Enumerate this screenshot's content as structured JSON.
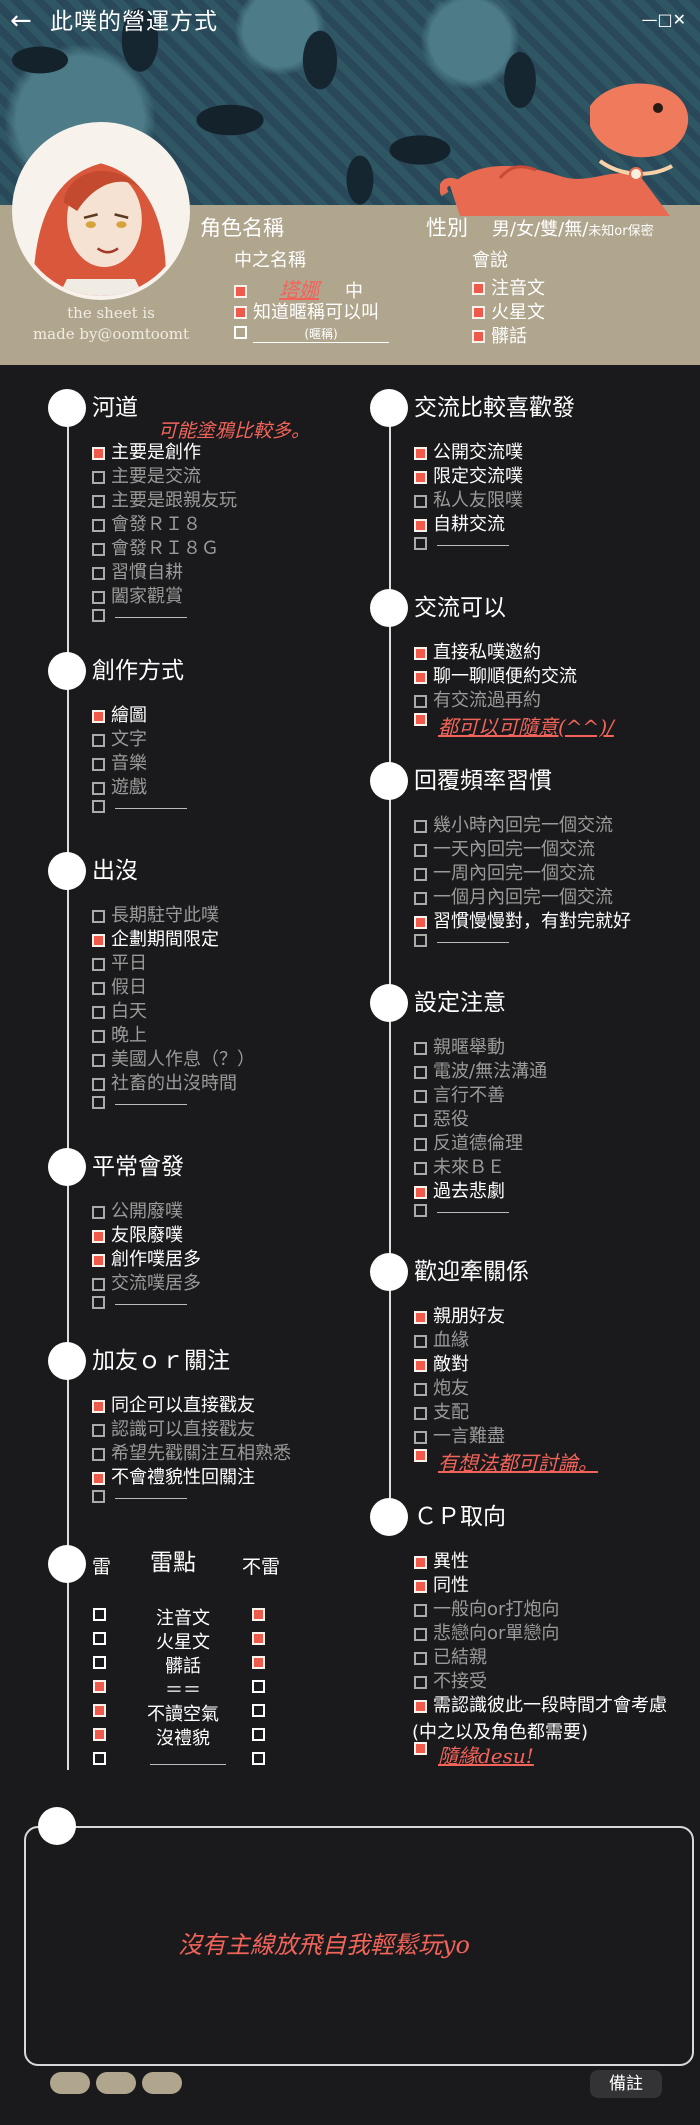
{
  "header": {
    "back_icon": "arrow-left-icon",
    "title": "此噗的營運方式",
    "window_controls": "—□✕"
  },
  "profile": {
    "role_name_label": "角色名稱",
    "gender_label": "性別",
    "gender_options": "男/女/雙/無/",
    "gender_extra": "未知or保密",
    "zh_name_label": "中之名稱",
    "zh_name_value": "塔娜",
    "zh_name_suffix": "中",
    "nickname_text": "知道暱稱可以叫",
    "nickname_placeholder": "(暱稱)",
    "speak_label": "會說",
    "languages": [
      "注音文",
      "火星文",
      "髒話"
    ],
    "credit_line1": "the sheet is",
    "credit_line2": "made by@oomtoomt"
  },
  "sections": {
    "river": {
      "title": "河道",
      "note": "可能塗鴉比較多。",
      "items": [
        "主要是創作",
        "主要是交流",
        "主要是跟親友玩",
        "會發ＲＩ８",
        "會發ＲＩ８Ｇ",
        "習慣自耕",
        "闔家觀賞"
      ],
      "checked": [
        true,
        false,
        false,
        false,
        false,
        false,
        false
      ]
    },
    "create": {
      "title": "創作方式",
      "items": [
        "繪圖",
        "文字",
        "音樂",
        "遊戲"
      ],
      "checked": [
        true,
        false,
        false,
        false
      ]
    },
    "appear": {
      "title": "出沒",
      "items": [
        "長期駐守此噗",
        "企劃期間限定",
        "平日",
        "假日",
        "白天",
        "晚上",
        "美國人作息（？）",
        "社畜的出沒時間"
      ],
      "checked": [
        false,
        true,
        false,
        false,
        false,
        false,
        false,
        false
      ]
    },
    "usual": {
      "title": "平常會發",
      "items": [
        "公開廢噗",
        "友限廢噗",
        "創作噗居多",
        "交流噗居多"
      ],
      "checked": [
        false,
        true,
        true,
        false
      ]
    },
    "follow": {
      "title": "加友ｏｒ關注",
      "items": [
        "同企可以直接戳友",
        "認識可以直接戳友",
        "希望先戳關注互相熟悉",
        "不會禮貌性回關注"
      ],
      "checked": [
        true,
        false,
        false,
        true
      ]
    },
    "mines": {
      "left_label": "雷",
      "mid_label": "雷點",
      "right_label": "不雷",
      "rows": [
        "注音文",
        "火星文",
        "髒話",
        "＝＝",
        "不讀空氣",
        "沒禮貌"
      ],
      "left_checked": [
        false,
        false,
        false,
        true,
        true,
        true
      ],
      "right_checked": [
        true,
        true,
        true,
        false,
        false,
        false
      ]
    },
    "exchange_pref": {
      "title": "交流比較喜歡發",
      "items": [
        "公開交流噗",
        "限定交流噗",
        "私人友限噗",
        "自耕交流"
      ],
      "checked": [
        true,
        true,
        false,
        true
      ]
    },
    "exchange_ok": {
      "title": "交流可以",
      "items": [
        "直接私噗邀約",
        "聊一聊順便約交流",
        "有交流過再約"
      ],
      "checked": [
        true,
        true,
        false
      ],
      "note": "都可以可隨意(^^)/"
    },
    "reply": {
      "title": "回覆頻率習慣",
      "items": [
        "幾小時內回完一個交流",
        "一天內回完一個交流",
        "一周內回完一個交流",
        "一個月內回完一個交流",
        "習慣慢慢對，有對完就好"
      ],
      "checked": [
        false,
        false,
        false,
        false,
        true
      ]
    },
    "settings": {
      "title": "設定注意",
      "items": [
        "親暱舉動",
        "電波/無法溝通",
        "言行不善",
        "惡役",
        "反道德倫理",
        "未來ＢＥ",
        "過去悲劇"
      ],
      "checked": [
        false,
        false,
        false,
        false,
        false,
        false,
        true
      ]
    },
    "relations": {
      "title": "歡迎牽關係",
      "items": [
        "親朋好友",
        "血緣",
        "敵對",
        "炮友",
        "支配",
        "一言難盡"
      ],
      "checked": [
        true,
        false,
        true,
        false,
        false,
        false
      ],
      "note": "有想法都可討論。"
    },
    "cp": {
      "title": "ＣＰ取向",
      "items": [
        "異性",
        "同性",
        "一般向or打炮向",
        "悲戀向or單戀向",
        "已結親",
        "不接受",
        "需認識彼此一段時間才會考慮"
      ],
      "checked": [
        true,
        true,
        false,
        false,
        false,
        false,
        true
      ],
      "extra_line": "(中之以及角色都需要)",
      "note": "隨緣desu!"
    }
  },
  "footer": {
    "box_note": "沒有主線放飛自我輕鬆玩yo",
    "memo_label": "備註"
  },
  "colors": {
    "accent": "#f05a4a",
    "band": "#b0a68e",
    "bg": "#1a1a1c",
    "header": "#2c4e5a"
  }
}
